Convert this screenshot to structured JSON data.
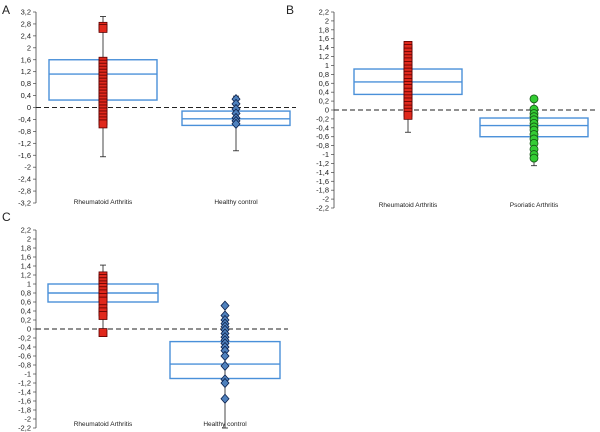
{
  "panels": [
    {
      "letter": "A"
    },
    {
      "letter": "B"
    },
    {
      "letter": "C"
    }
  ],
  "chart_data": [
    {
      "type": "box",
      "panel": "A",
      "ylim": [
        -3.2,
        3.2
      ],
      "yticks": [
        3.2,
        2.8,
        2.4,
        2,
        1.6,
        1.2,
        0.8,
        0.4,
        0,
        -0.4,
        -0.8,
        -1.2,
        -1.6,
        -2,
        -2.4,
        -2.8,
        -3.2
      ],
      "ytick_labels": [
        "3,2",
        "2,8",
        "2,4",
        "2",
        "1,6",
        "1,2",
        "0,8",
        "0,4",
        "0",
        "-0,4",
        "-0,8",
        "-1,2",
        "-1,6",
        "-2",
        "-2,4",
        "-2,8",
        "-3,2"
      ],
      "reference_line": 0,
      "categories": [
        "Rheumatoid Arthritis",
        "Healthy control"
      ],
      "series": [
        {
          "whisker_low": -1.65,
          "q1": 0.25,
          "median": 1.12,
          "q3": 1.6,
          "whisker_high": 3.05,
          "marker": "square",
          "marker_color": "#e0281c",
          "points": [
            2.72,
            2.65,
            1.55,
            1.45,
            1.35,
            1.25,
            1.15,
            1.05,
            0.95,
            0.85,
            0.75,
            0.65,
            0.55,
            0.45,
            0.35,
            0.25,
            0.15,
            0.05,
            -0.05,
            -0.15,
            -0.25,
            -0.35,
            -0.45,
            -0.55
          ]
        },
        {
          "whisker_low": -1.45,
          "q1": -0.6,
          "median": -0.38,
          "q3": -0.12,
          "whisker_high": 0.38,
          "marker": "diamond",
          "marker_color": "#4f81bd",
          "points": [
            0.28,
            0.12,
            -0.05,
            -0.2,
            -0.35,
            -0.45,
            -0.55
          ]
        }
      ]
    },
    {
      "type": "box",
      "panel": "B",
      "ylim": [
        -2.2,
        2.2
      ],
      "yticks": [
        2.2,
        2,
        1.8,
        1.6,
        1.4,
        1.2,
        1,
        0.8,
        0.6,
        0.4,
        0.2,
        0,
        -0.2,
        -0.4,
        -0.6,
        -0.8,
        -1,
        -1.2,
        -1.4,
        -1.6,
        -1.8,
        -2,
        -2.2
      ],
      "ytick_labels": [
        "2,2",
        "2",
        "1,8",
        "1,6",
        "1,4",
        "1,2",
        "1",
        "0,8",
        "0,6",
        "0,4",
        "0,2",
        "0",
        "-0,2",
        "-0,4",
        "-0,6",
        "-0,8",
        "-1",
        "-1,2",
        "-1,4",
        "-1,6",
        "-1,8",
        "-2",
        "-2,2"
      ],
      "reference_line": 0,
      "categories": [
        "Rheumatoid Arthritis",
        "Psoriatic Arthritis"
      ],
      "series": [
        {
          "whisker_low": -0.5,
          "q1": 0.35,
          "median": 0.63,
          "q3": 0.92,
          "whisker_high": 1.48,
          "marker": "square",
          "marker_color": "#e0281c",
          "points": [
            1.45,
            1.38,
            1.3,
            1.22,
            1.15,
            1.08,
            1.0,
            0.92,
            0.85,
            0.78,
            0.7,
            0.62,
            0.55,
            0.48,
            0.4,
            0.32,
            0.25,
            0.18,
            0.1,
            0.02,
            -0.05,
            -0.12
          ]
        },
        {
          "whisker_low": -1.25,
          "q1": -0.6,
          "median": -0.35,
          "q3": -0.18,
          "whisker_high": 0.28,
          "marker": "circle",
          "marker_color": "#33cc33",
          "points": [
            0.25,
            0.02,
            -0.08,
            -0.15,
            -0.22,
            -0.3,
            -0.38,
            -0.45,
            -0.55,
            -0.65,
            -0.75,
            -0.88,
            -1.0,
            -1.08
          ]
        }
      ]
    },
    {
      "type": "box",
      "panel": "C",
      "ylim": [
        -2.2,
        2.2
      ],
      "yticks": [
        2.2,
        2,
        1.8,
        1.6,
        1.4,
        1.2,
        1,
        0.8,
        0.6,
        0.4,
        0.2,
        0,
        -0.2,
        -0.4,
        -0.6,
        -0.8,
        -1,
        -1.2,
        -1.4,
        -1.6,
        -1.8,
        -2,
        -2.2
      ],
      "ytick_labels": [
        "2,2",
        "2",
        "1,8",
        "1,6",
        "1,4",
        "1,2",
        "1",
        "0,8",
        "0,6",
        "0,4",
        "0,2",
        "0",
        "-0,2",
        "-0,4",
        "-0,6",
        "-0,8",
        "-1",
        "-1,2",
        "-1,4",
        "-1,6",
        "-1,8",
        "-2",
        "-2,2"
      ],
      "reference_line": 0,
      "categories": [
        "Rheumatoid Arthritis",
        "Healthy control"
      ],
      "series": [
        {
          "whisker_low": -0.1,
          "q1": 0.6,
          "median": 0.8,
          "q3": 1.0,
          "whisker_high": 1.42,
          "marker": "square",
          "marker_color": "#e0281c",
          "points": [
            1.18,
            1.12,
            1.05,
            0.98,
            0.92,
            0.85,
            0.78,
            0.7,
            0.62,
            0.45,
            0.38,
            0.3,
            -0.08
          ]
        },
        {
          "whisker_low": -2.2,
          "q1": -1.1,
          "median": -0.78,
          "q3": -0.28,
          "whisker_high": 0.55,
          "marker": "diamond",
          "marker_color": "#4f81bd",
          "points": [
            0.52,
            0.3,
            0.2,
            0.12,
            0.05,
            -0.02,
            -0.1,
            -0.18,
            -0.25,
            -0.32,
            -0.4,
            -0.48,
            -0.6,
            -0.82,
            -1.12,
            -1.2,
            -1.55
          ]
        }
      ]
    }
  ]
}
